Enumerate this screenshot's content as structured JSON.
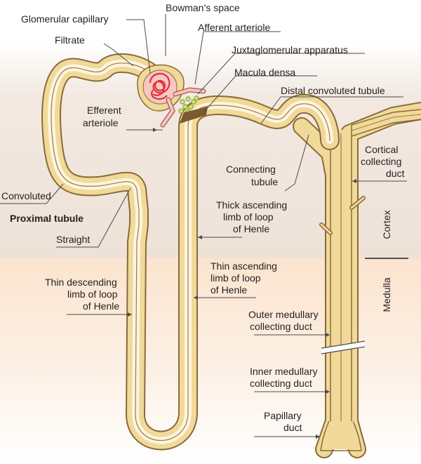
{
  "zones": {
    "cortex": "Cortex",
    "medulla": "Medulla"
  },
  "labels": {
    "bowmans_space": "Bowman’s space",
    "glomerular_capillary": "Glomerular capillary",
    "afferent_arteriole": "Afferent arteriole",
    "filtrate": "Filtrate",
    "juxtaglomerular_apparatus": "Juxtaglomerular apparatus",
    "macula_densa": "Macula densa",
    "distal_convoluted_tubule": "Distal convoluted tubule",
    "efferent_arteriole_1": "Efferent",
    "efferent_arteriole_2": "arteriole",
    "cortical_cd_1": "Cortical",
    "cortical_cd_2": "collecting",
    "cortical_cd_3": "duct",
    "connecting_1": "Connecting",
    "connecting_2": "tubule",
    "convoluted": "Convoluted",
    "proximal_tubule": "Proximal tubule",
    "straight": "Straight",
    "thick_asc_1": "Thick ascending",
    "thick_asc_2": "limb of loop",
    "thick_asc_3": "of Henle",
    "thin_asc_1": "Thin ascending",
    "thin_asc_2": "limb of loop",
    "thin_asc_3": "of Henle",
    "thin_desc_1": "Thin descending",
    "thin_desc_2": "limb of loop",
    "thin_desc_3": "of Henle",
    "outer_med_1": "Outer medullary",
    "outer_med_2": "collecting duct",
    "inner_med_1": "Inner medullary",
    "inner_med_2": "collecting duct",
    "papillary_1": "Papillary",
    "papillary_2": "duct"
  },
  "colors": {
    "cortex_band": "#f1e6dd",
    "medulla_band": "#fbe9d6",
    "tubule_wall": "#f1d99a",
    "tubule_outline": "#8a6a3a",
    "capillary": "#e0313a",
    "macula_densa": "#7a5a2e",
    "jg_cells": "#b7d35a"
  }
}
